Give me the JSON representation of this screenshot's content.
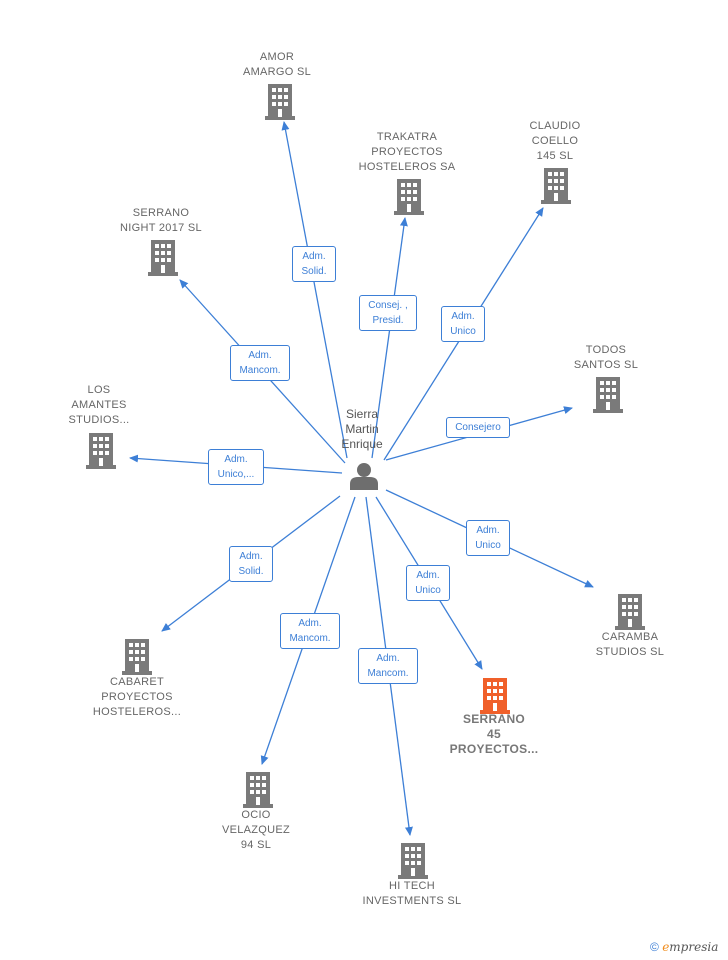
{
  "colors": {
    "edge": "#3d7fd6",
    "building": "#7a7a7a",
    "building_highlight": "#f0602a",
    "person": "#6e6e6e"
  },
  "person": {
    "name_lines": [
      "Sierra",
      "Martin",
      "Enrique"
    ],
    "icon": "person-icon"
  },
  "companies": [
    {
      "id": "amor",
      "lines": [
        "AMOR",
        "AMARGO  SL"
      ],
      "icon": "building-icon"
    },
    {
      "id": "trakatra",
      "lines": [
        "TRAKATRA",
        "PROYECTOS",
        "HOSTELEROS SA"
      ],
      "icon": "building-icon"
    },
    {
      "id": "claudio",
      "lines": [
        "CLAUDIO",
        "COELLO",
        "145 SL"
      ],
      "icon": "building-icon"
    },
    {
      "id": "serrano_night",
      "lines": [
        "SERRANO",
        "NIGHT 2017  SL"
      ],
      "icon": "building-icon"
    },
    {
      "id": "todos",
      "lines": [
        "TODOS",
        "SANTOS  SL"
      ],
      "icon": "building-icon"
    },
    {
      "id": "amantes",
      "lines": [
        "LOS",
        "AMANTES",
        "STUDIOS..."
      ],
      "icon": "building-icon"
    },
    {
      "id": "caramba",
      "lines": [
        "CARAMBA",
        "STUDIOS  SL"
      ],
      "icon": "building-icon"
    },
    {
      "id": "cabaret",
      "lines": [
        "CABARET",
        "PROYECTOS",
        "HOSTELEROS..."
      ],
      "icon": "building-icon"
    },
    {
      "id": "serrano45",
      "lines": [
        "SERRANO",
        "45",
        "PROYECTOS..."
      ],
      "icon": "building-icon",
      "highlight": true
    },
    {
      "id": "ocio",
      "lines": [
        "OCIO",
        "VELAZQUEZ",
        "94  SL"
      ],
      "icon": "building-icon"
    },
    {
      "id": "hitech",
      "lines": [
        "HI TECH",
        "INVESTMENTS SL"
      ],
      "icon": "building-icon"
    }
  ],
  "relations": [
    {
      "target": "amor",
      "lines": [
        "Adm.",
        "Solid."
      ]
    },
    {
      "target": "trakatra",
      "lines": [
        "Consej. ,",
        "Presid."
      ]
    },
    {
      "target": "claudio",
      "lines": [
        "Adm.",
        "Unico"
      ]
    },
    {
      "target": "serrano_night",
      "lines": [
        "Adm.",
        "Mancom."
      ]
    },
    {
      "target": "todos",
      "lines": [
        "Consejero"
      ]
    },
    {
      "target": "amantes",
      "lines": [
        "Adm.",
        "Unico,..."
      ]
    },
    {
      "target": "caramba",
      "lines": [
        "Adm.",
        "Unico"
      ]
    },
    {
      "target": "cabaret",
      "lines": [
        "Adm.",
        "Solid."
      ]
    },
    {
      "target": "serrano45",
      "lines": [
        "Adm.",
        "Unico"
      ]
    },
    {
      "target": "ocio",
      "lines": [
        "Adm.",
        "Mancom."
      ]
    },
    {
      "target": "hitech",
      "lines": [
        "Adm.",
        "Mancom."
      ]
    }
  ],
  "footer": {
    "copyright": "©",
    "brand_e": "e",
    "brand_rest": "mpresia"
  }
}
